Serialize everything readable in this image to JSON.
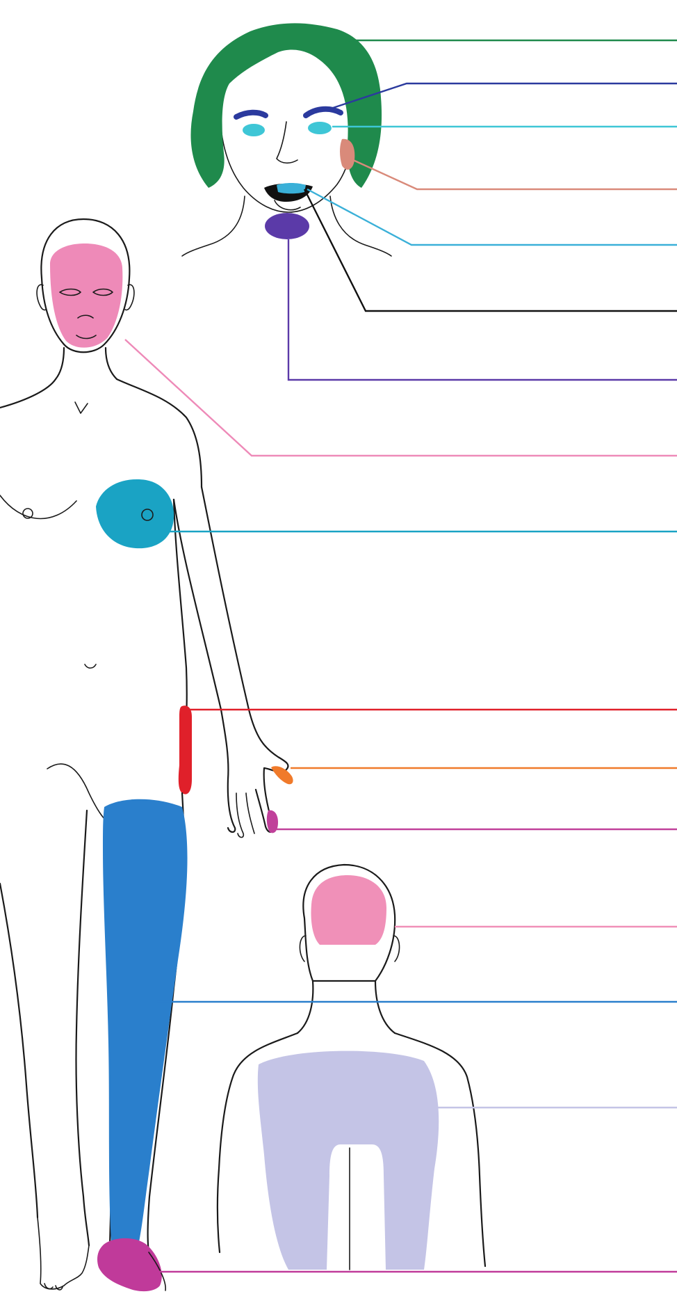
{
  "figure": {
    "description_free": true,
    "colors": {
      "hair": "#1f8a4c",
      "eyebrows": "#2b3a9e",
      "eyes": "#3ec6d6",
      "cheek": "#d98a7a",
      "teeth": "#3ab0d8",
      "mouth": "#111111",
      "chin": "#5b3aa8",
      "face": "#ee8ab8",
      "breast": "#1aa3c4",
      "flank": "#e0202a",
      "finger_orange": "#f07a2a",
      "finger_magenta": "#c0409a",
      "scalp": "#f090b8",
      "leg": "#2a7fcc",
      "back": "#c4c4e6",
      "foot": "#c03a9a"
    },
    "labels": [
      {
        "id": "hair",
        "text": ""
      },
      {
        "id": "eyebrows",
        "text": ""
      },
      {
        "id": "eyes",
        "text": ""
      },
      {
        "id": "cheek",
        "text": ""
      },
      {
        "id": "teeth",
        "text": ""
      },
      {
        "id": "mouth",
        "text": ""
      },
      {
        "id": "chin",
        "text": ""
      },
      {
        "id": "face",
        "text": ""
      },
      {
        "id": "breast",
        "text": ""
      },
      {
        "id": "flank",
        "text": ""
      },
      {
        "id": "finger-orange",
        "text": ""
      },
      {
        "id": "finger-magenta",
        "text": ""
      },
      {
        "id": "scalp",
        "text": ""
      },
      {
        "id": "leg",
        "text": ""
      },
      {
        "id": "back",
        "text": ""
      },
      {
        "id": "foot",
        "text": ""
      }
    ]
  }
}
